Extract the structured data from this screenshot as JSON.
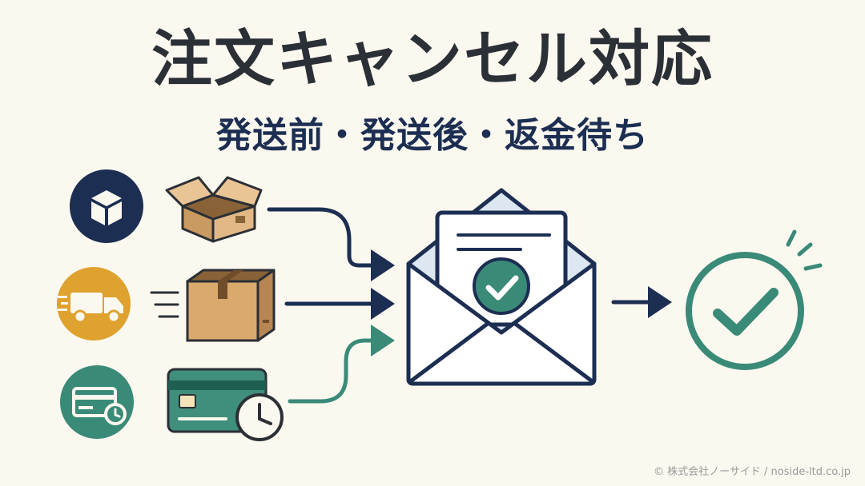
{
  "header": {
    "title": "注文キャンセル対応",
    "subtitle": "発送前・発送後・返金待ち"
  },
  "footer": {
    "copyright": "© 株式会社ノーサイド / noside-ltd.co.jp"
  },
  "colors": {
    "navy": "#1c2e52",
    "amber": "#e0a22e",
    "teal": "#3a8a78",
    "cardboard": "#d9b07c",
    "background": "#fbf8ef"
  },
  "icons": {
    "pre_shipment": "open-box-icon",
    "post_shipment": "truck-icon",
    "refund_pending": "credit-card-clock-icon",
    "center": "envelope-check-icon",
    "result": "check-circle-icon"
  }
}
